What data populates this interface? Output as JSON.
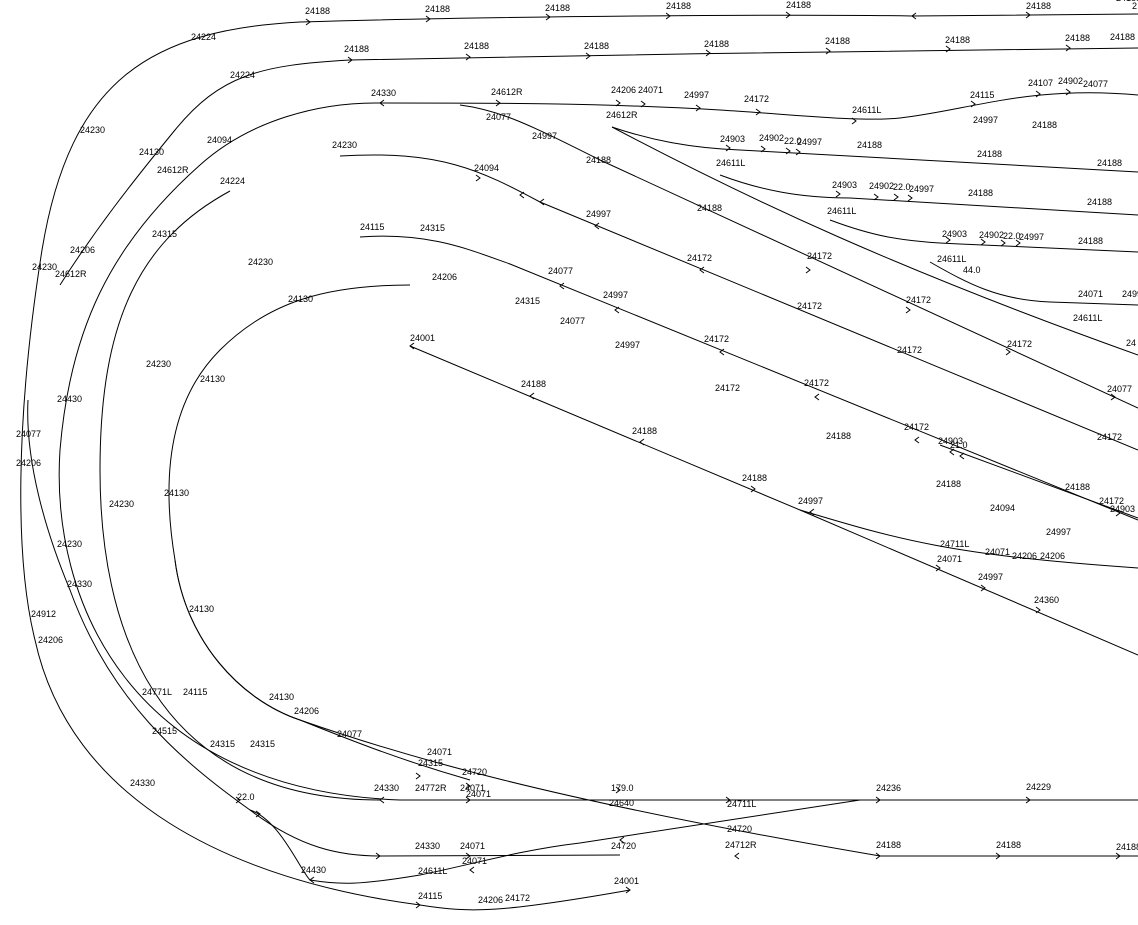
{
  "diagram": {
    "colors": {
      "background": "#ffffff",
      "line": "#000000",
      "text": "#000000"
    },
    "tracks": [
      {
        "id": "t1",
        "labels": [
          "24188",
          "24188",
          "24188",
          "24188",
          "24188",
          "24188"
        ]
      },
      {
        "id": "t2",
        "labels": [
          "24224",
          "24230",
          "24230",
          "24077",
          "24206",
          "24912",
          "24206",
          "24330",
          "24430",
          "24115",
          "24206",
          "24172",
          "24001"
        ]
      },
      {
        "id": "t3",
        "labels": [
          "24188",
          "24188",
          "24188",
          "24188",
          "24188",
          "24188",
          "24188",
          "24188"
        ]
      },
      {
        "id": "t4",
        "labels": [
          "24224",
          "24130",
          "24612R",
          "24206",
          "24612R"
        ]
      },
      {
        "id": "t5",
        "labels": [
          "24330",
          "24612R",
          "24206",
          "24071",
          "24997",
          "24172",
          "24611L",
          "24115",
          "24107",
          "24902",
          "24077"
        ]
      },
      {
        "id": "t6",
        "labels": [
          "24094",
          "24315",
          "24430",
          "24230",
          "24330",
          "24515",
          "24315",
          "24330",
          "24071",
          "24720",
          "179.0",
          "24236",
          "24229"
        ]
      },
      {
        "id": "t7",
        "labels": [
          "24230",
          "24094",
          "24997",
          "24172",
          "24172",
          "24172",
          "24172",
          "24172"
        ]
      },
      {
        "id": "t8",
        "labels": [
          "24224",
          "24230",
          "24230",
          "24230",
          "24771L",
          "24115",
          "24315",
          "24772R",
          "24071",
          "24640",
          "24711L",
          "24188",
          "24188",
          "24188"
        ]
      },
      {
        "id": "t9",
        "labels": [
          "24115",
          "24315",
          "24077",
          "24997",
          "24172",
          "24172",
          "24172",
          "24903",
          "21.0",
          "24071",
          "24206",
          "24206"
        ]
      },
      {
        "id": "t10",
        "labels": [
          "24130",
          "24206",
          "24315",
          "24077",
          "24997",
          "24172",
          "24188",
          "24188",
          "24094",
          "24997",
          "24360"
        ]
      },
      {
        "id": "t11",
        "labels": [
          "24130",
          "24130",
          "24130",
          "24130",
          "24206",
          "24077",
          "24315",
          "24071",
          "24720",
          "24712R",
          "179.0"
        ]
      },
      {
        "id": "t12",
        "labels": [
          "24001",
          "24188",
          "24188",
          "24188",
          "24997",
          "24711L",
          "24071",
          "24997"
        ]
      },
      {
        "id": "t13",
        "labels": [
          "24077",
          "24997",
          "24188",
          "24188",
          "24172",
          "24172",
          "24077"
        ]
      },
      {
        "id": "t14",
        "labels": [
          "24612R",
          "24903",
          "24902",
          "22.0",
          "24997",
          "24188",
          "24188",
          "24188"
        ]
      },
      {
        "id": "t15",
        "labels": [
          "24611L",
          "24903",
          "24902",
          "22.0",
          "24997",
          "24188",
          "24188"
        ]
      },
      {
        "id": "t16",
        "labels": [
          "24611L",
          "24903",
          "24902",
          "22.0",
          "24997",
          "24188"
        ]
      },
      {
        "id": "t17",
        "labels": [
          "24611L",
          "44.0",
          "24071",
          "2499"
        ]
      },
      {
        "id": "t18",
        "labels": [
          "24611L",
          "24"
        ]
      },
      {
        "id": "t19",
        "labels": [
          "24997",
          "24188"
        ]
      },
      {
        "id": "t20",
        "labels": [
          "24188",
          "24172",
          "24903",
          "24188"
        ]
      },
      {
        "id": "t21",
        "labels": [
          "24330",
          "24071",
          "24720",
          "24071",
          "24611L"
        ]
      },
      {
        "id": "t22",
        "labels": [
          "22.0"
        ]
      }
    ],
    "edge_labels": [
      "2",
      "24188"
    ]
  }
}
